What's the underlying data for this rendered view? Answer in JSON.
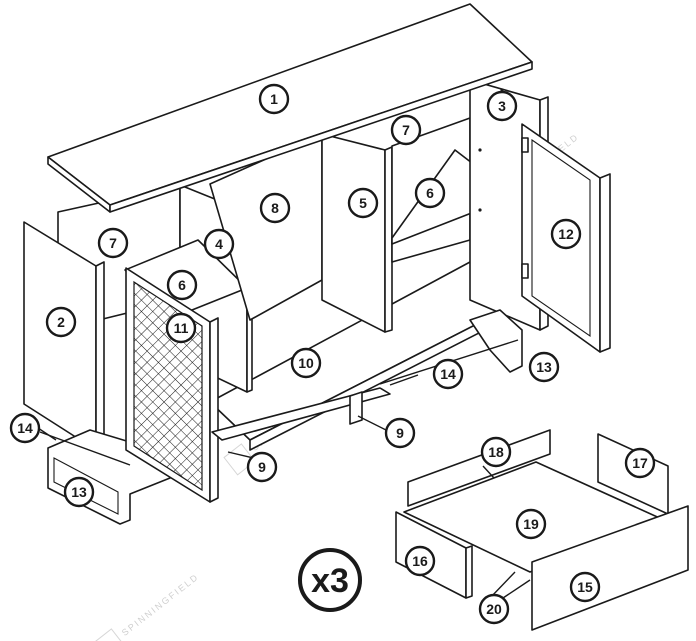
{
  "watermark": {
    "text": "SPINNINGFIELD"
  },
  "quantity": {
    "label": "x3"
  },
  "callouts": [
    {
      "id": "1",
      "label": "1"
    },
    {
      "id": "2",
      "label": "2"
    },
    {
      "id": "3",
      "label": "3"
    },
    {
      "id": "4",
      "label": "4"
    },
    {
      "id": "5",
      "label": "5"
    },
    {
      "id": "6a",
      "label": "6"
    },
    {
      "id": "6b",
      "label": "6"
    },
    {
      "id": "7a",
      "label": "7"
    },
    {
      "id": "7b",
      "label": "7"
    },
    {
      "id": "8",
      "label": "8"
    },
    {
      "id": "9a",
      "label": "9"
    },
    {
      "id": "9b",
      "label": "9"
    },
    {
      "id": "10",
      "label": "10"
    },
    {
      "id": "11",
      "label": "11"
    },
    {
      "id": "12",
      "label": "12"
    },
    {
      "id": "13a",
      "label": "13"
    },
    {
      "id": "13b",
      "label": "13"
    },
    {
      "id": "14a",
      "label": "14"
    },
    {
      "id": "14b",
      "label": "14"
    },
    {
      "id": "15",
      "label": "15"
    },
    {
      "id": "16",
      "label": "16"
    },
    {
      "id": "17",
      "label": "17"
    },
    {
      "id": "18",
      "label": "18"
    },
    {
      "id": "19",
      "label": "19"
    },
    {
      "id": "20",
      "label": "20"
    }
  ]
}
